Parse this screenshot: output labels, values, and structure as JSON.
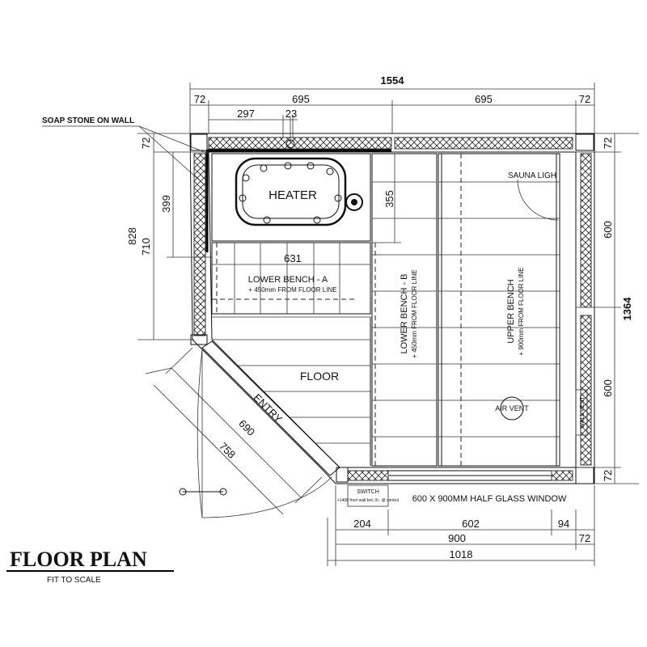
{
  "title": "FLOOR PLAN",
  "subtitle": "FIT TO SCALE",
  "callout_soapstone": "SOAP STONE ON  WALL",
  "heater": "HEATER",
  "floor": "FLOOR",
  "entry": "ENTRY",
  "sauna_light": "SAUNA LIGH",
  "air_vent": "AIR VENT",
  "wall_vent": "WALL VENT",
  "window": "600  X  900MM  HALF  GLASS  WINDOW",
  "switch": "SWITCH",
  "switch_note": "+1408 from wall bot, 0c. @ control",
  "lower_bench_a": {
    "name": "LOWER BENCH - A",
    "note": "+ 450mm FROM FLOOR LINE"
  },
  "lower_bench_b": {
    "name": "LOWER BENCH - B",
    "note": "+ 450mm FROM FLOOR LINE"
  },
  "upper_bench": {
    "name": "UPPER BENCH",
    "note": "+ 900mm FROM  FLOOR LINE"
  },
  "dims": {
    "overall_width": "1554",
    "top_left_wall": "72",
    "top_left_half": "695",
    "top_right_half": "695",
    "top_right_wall": "72",
    "heater_offset": "297",
    "heater_gap": "23",
    "left_wall": "72",
    "left_399": "399",
    "left_828": "828",
    "left_710": "710",
    "heater_depth": "355",
    "bench_a_width": "631",
    "right_wall_top": "72",
    "right_600_top": "600",
    "right_overall": "1364",
    "right_600_bottom": "600",
    "right_wall_bottom": "72",
    "entry_690": "690",
    "entry_758": "758",
    "bottom_204": "204",
    "bottom_602": "602",
    "bottom_94": "94",
    "bottom_900": "900",
    "bottom_72": "72",
    "bottom_1018": "1018"
  }
}
